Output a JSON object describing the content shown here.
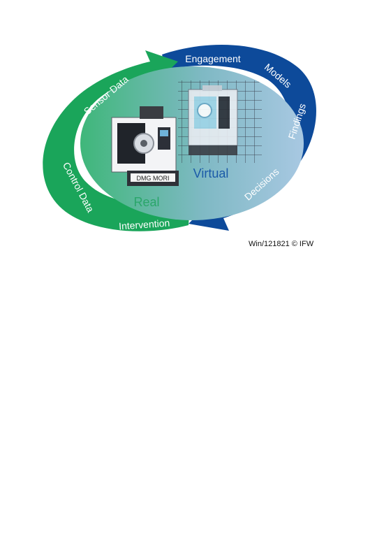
{
  "loop_labels": {
    "engagement": "Engagement",
    "models": "Models",
    "findings": "Findings",
    "decisions": "Decisions",
    "intervention": "Intervention",
    "control_data": "Control Data",
    "sensor_data": "Sensor Data"
  },
  "center": {
    "real": "Real",
    "virtual": "Virtual",
    "machine_brand": "DMG MORI"
  },
  "credit": "Win/121821 © IFW",
  "colors": {
    "green_arrow": "#1aa55a",
    "blue_arrow": "#0d4a9a",
    "real_text": "#2aa66a",
    "virtual_text": "#1a5aa8",
    "inner_gradient_left": "#3fb77a",
    "inner_gradient_right": "#9fc3de"
  },
  "icons": [
    "real-machine-icon",
    "virtual-machine-icon"
  ]
}
